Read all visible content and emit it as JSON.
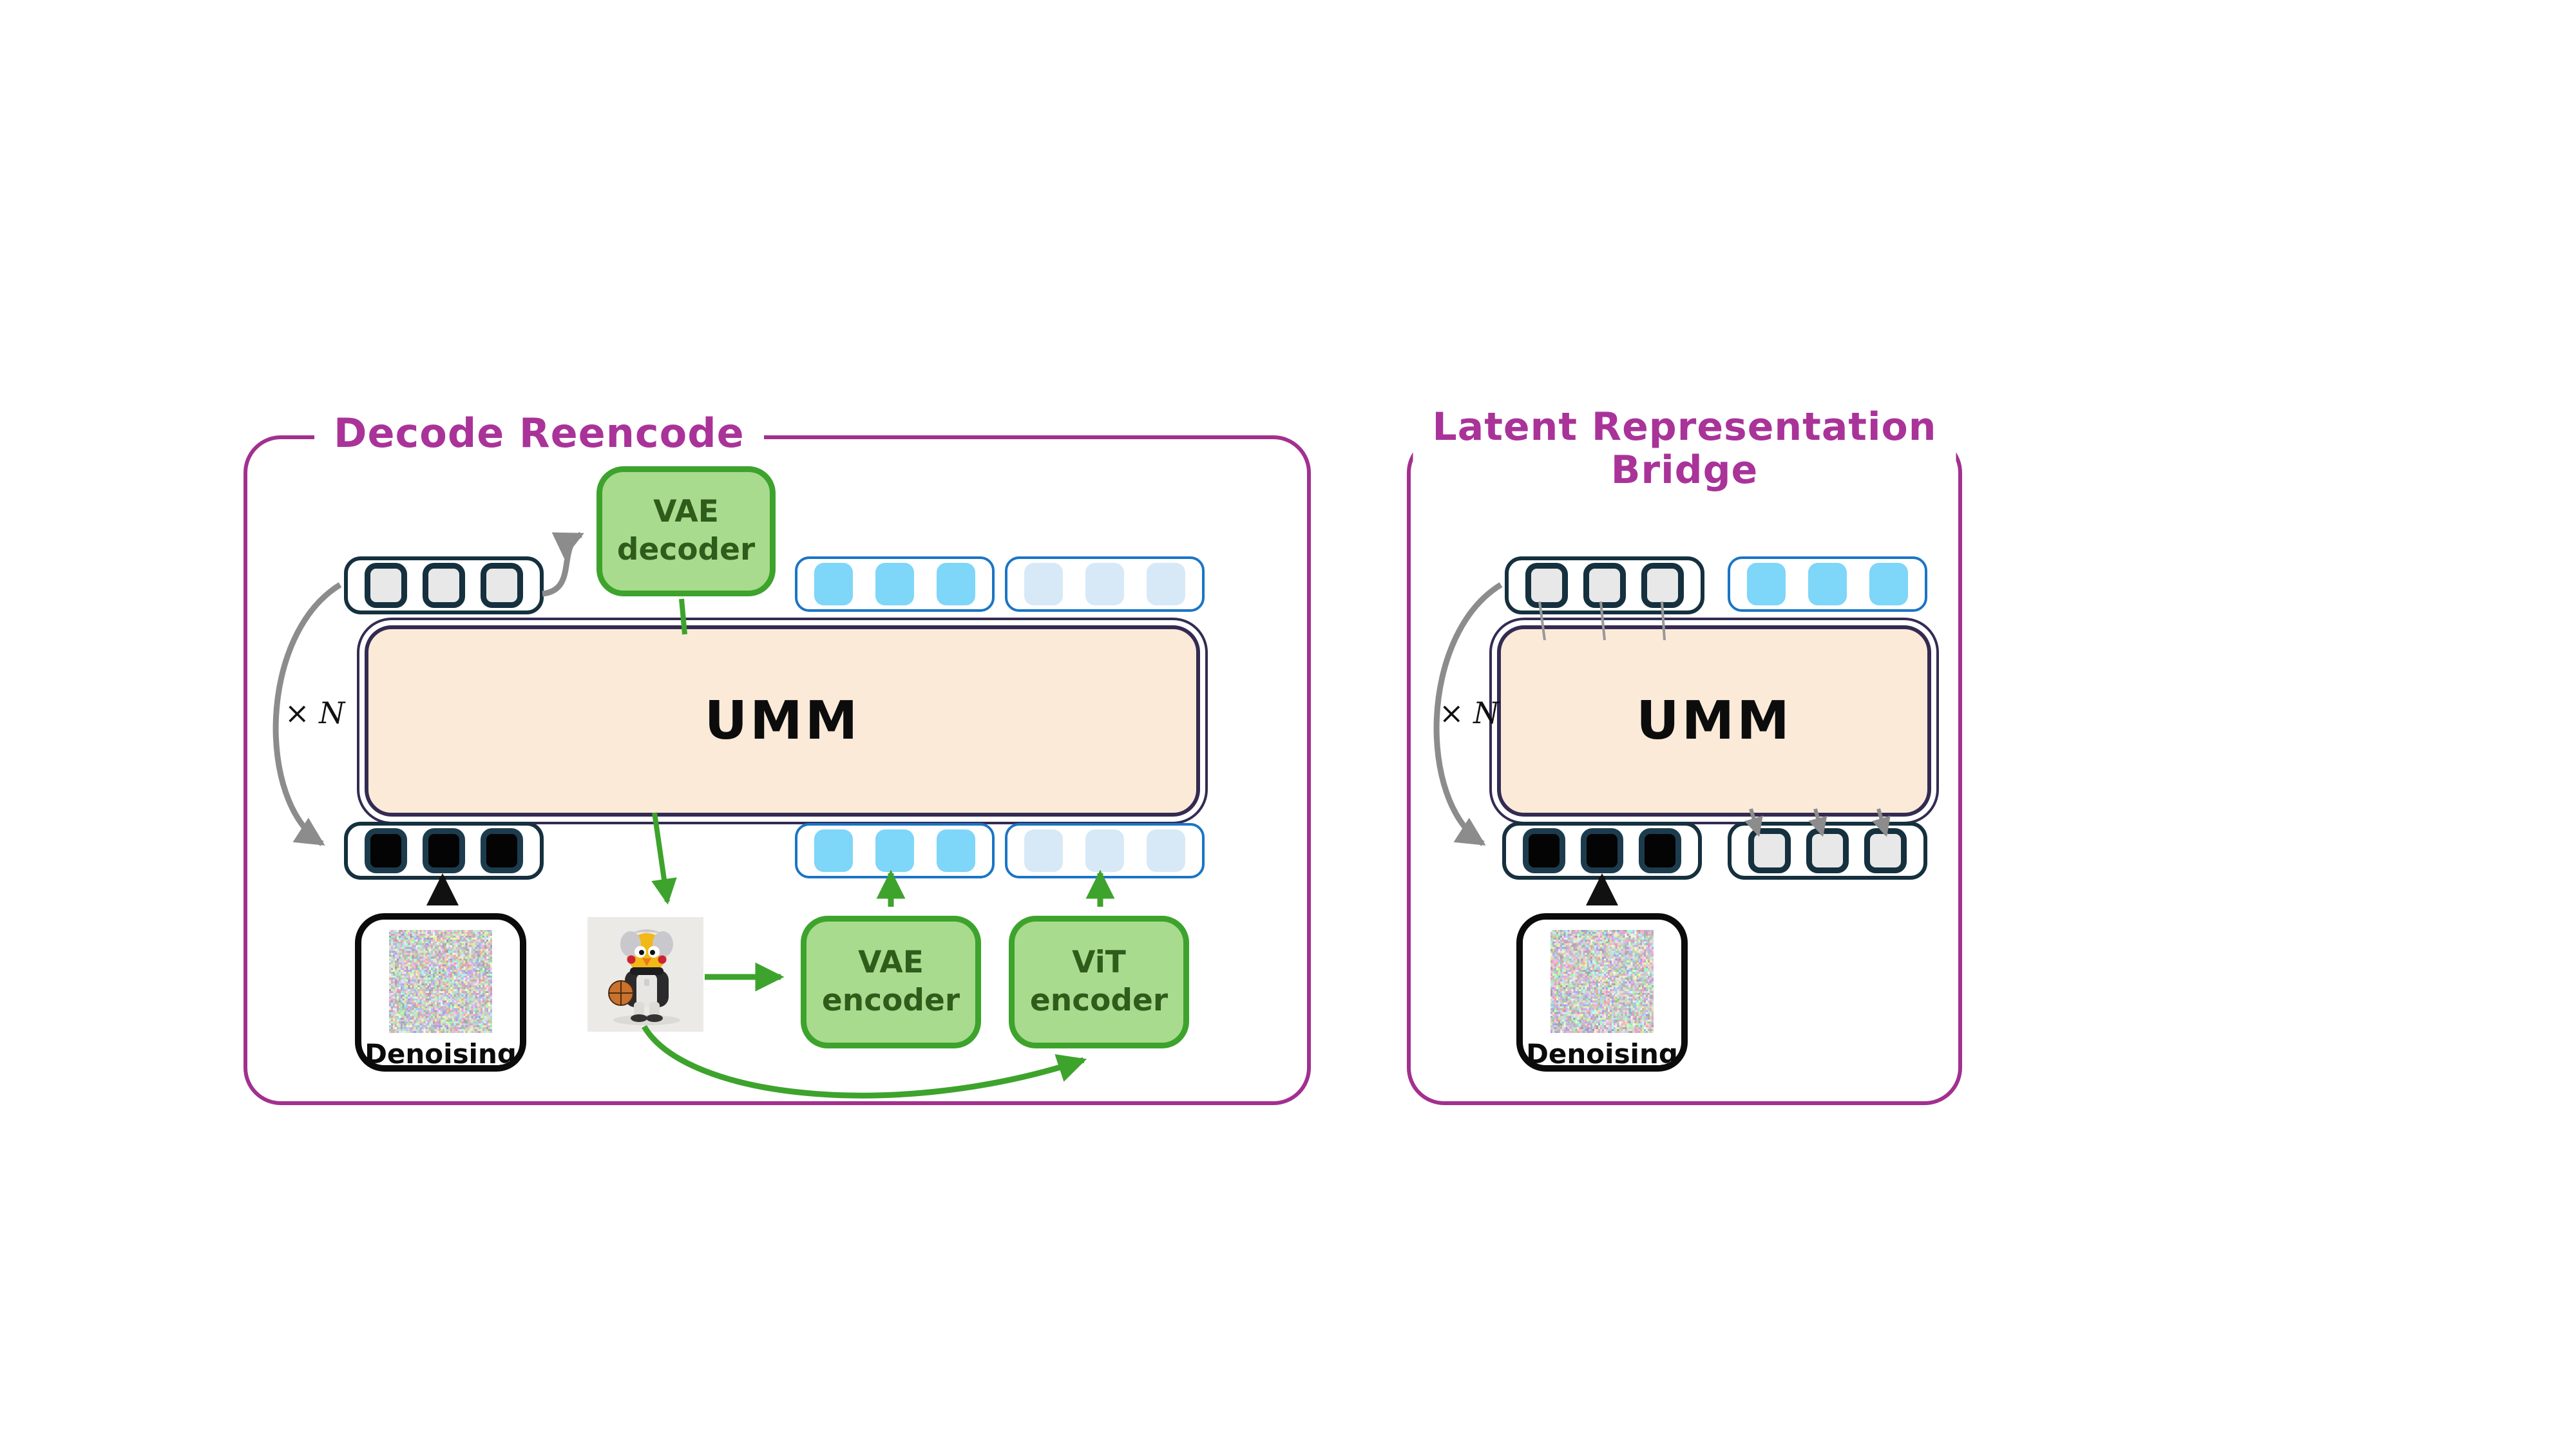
{
  "figure": {
    "type": "architecture-diagram",
    "description": "Two strategies for feeding generated image latents back into a unified multimodal model"
  },
  "left_panel": {
    "title": "Decode Reencode",
    "vae_decoder_label": "VAE\ndecoder",
    "umm_label": "UMM",
    "multiplier_label": "× N",
    "denoising_label": "Denoising",
    "vae_encoder_label": "VAE\nencoder",
    "vit_encoder_label": "ViT\nencoder"
  },
  "right_panel": {
    "title": "Latent Representation\nBridge",
    "umm_label": "UMM",
    "multiplier_label": "× N",
    "denoising_label": "Denoising"
  },
  "tokens": {
    "per_row": 3,
    "styles": {
      "gray": "noised-latent-token",
      "black": "denoised-latent-token",
      "cyan": "image-condition-token",
      "pale": "faded-condition-token"
    }
  },
  "icons": {
    "noise_image": "gaussian-noise-thumbnail",
    "mascot_image": "toy-bird-figure-with-basketball"
  },
  "colors": {
    "panel_border": "#a2308f",
    "title_text": "#a93399",
    "umm_fill": "#fcead9",
    "umm_border": "#342b52",
    "green_fill": "#a8db8d",
    "green_border": "#3da32c",
    "green_text": "#2f5c1b",
    "cyan_token": "#7ed6f8",
    "pale_token": "#d7e9f7",
    "blue_row_border": "#1a75c5",
    "dark_row_border": "#15303e",
    "gray_token_fill": "#e8e8e8",
    "black_token_fill": "#040404",
    "gray_arrow": "#8c8c8c",
    "green_arrow": "#3da32c",
    "black_arrow": "#111111"
  }
}
